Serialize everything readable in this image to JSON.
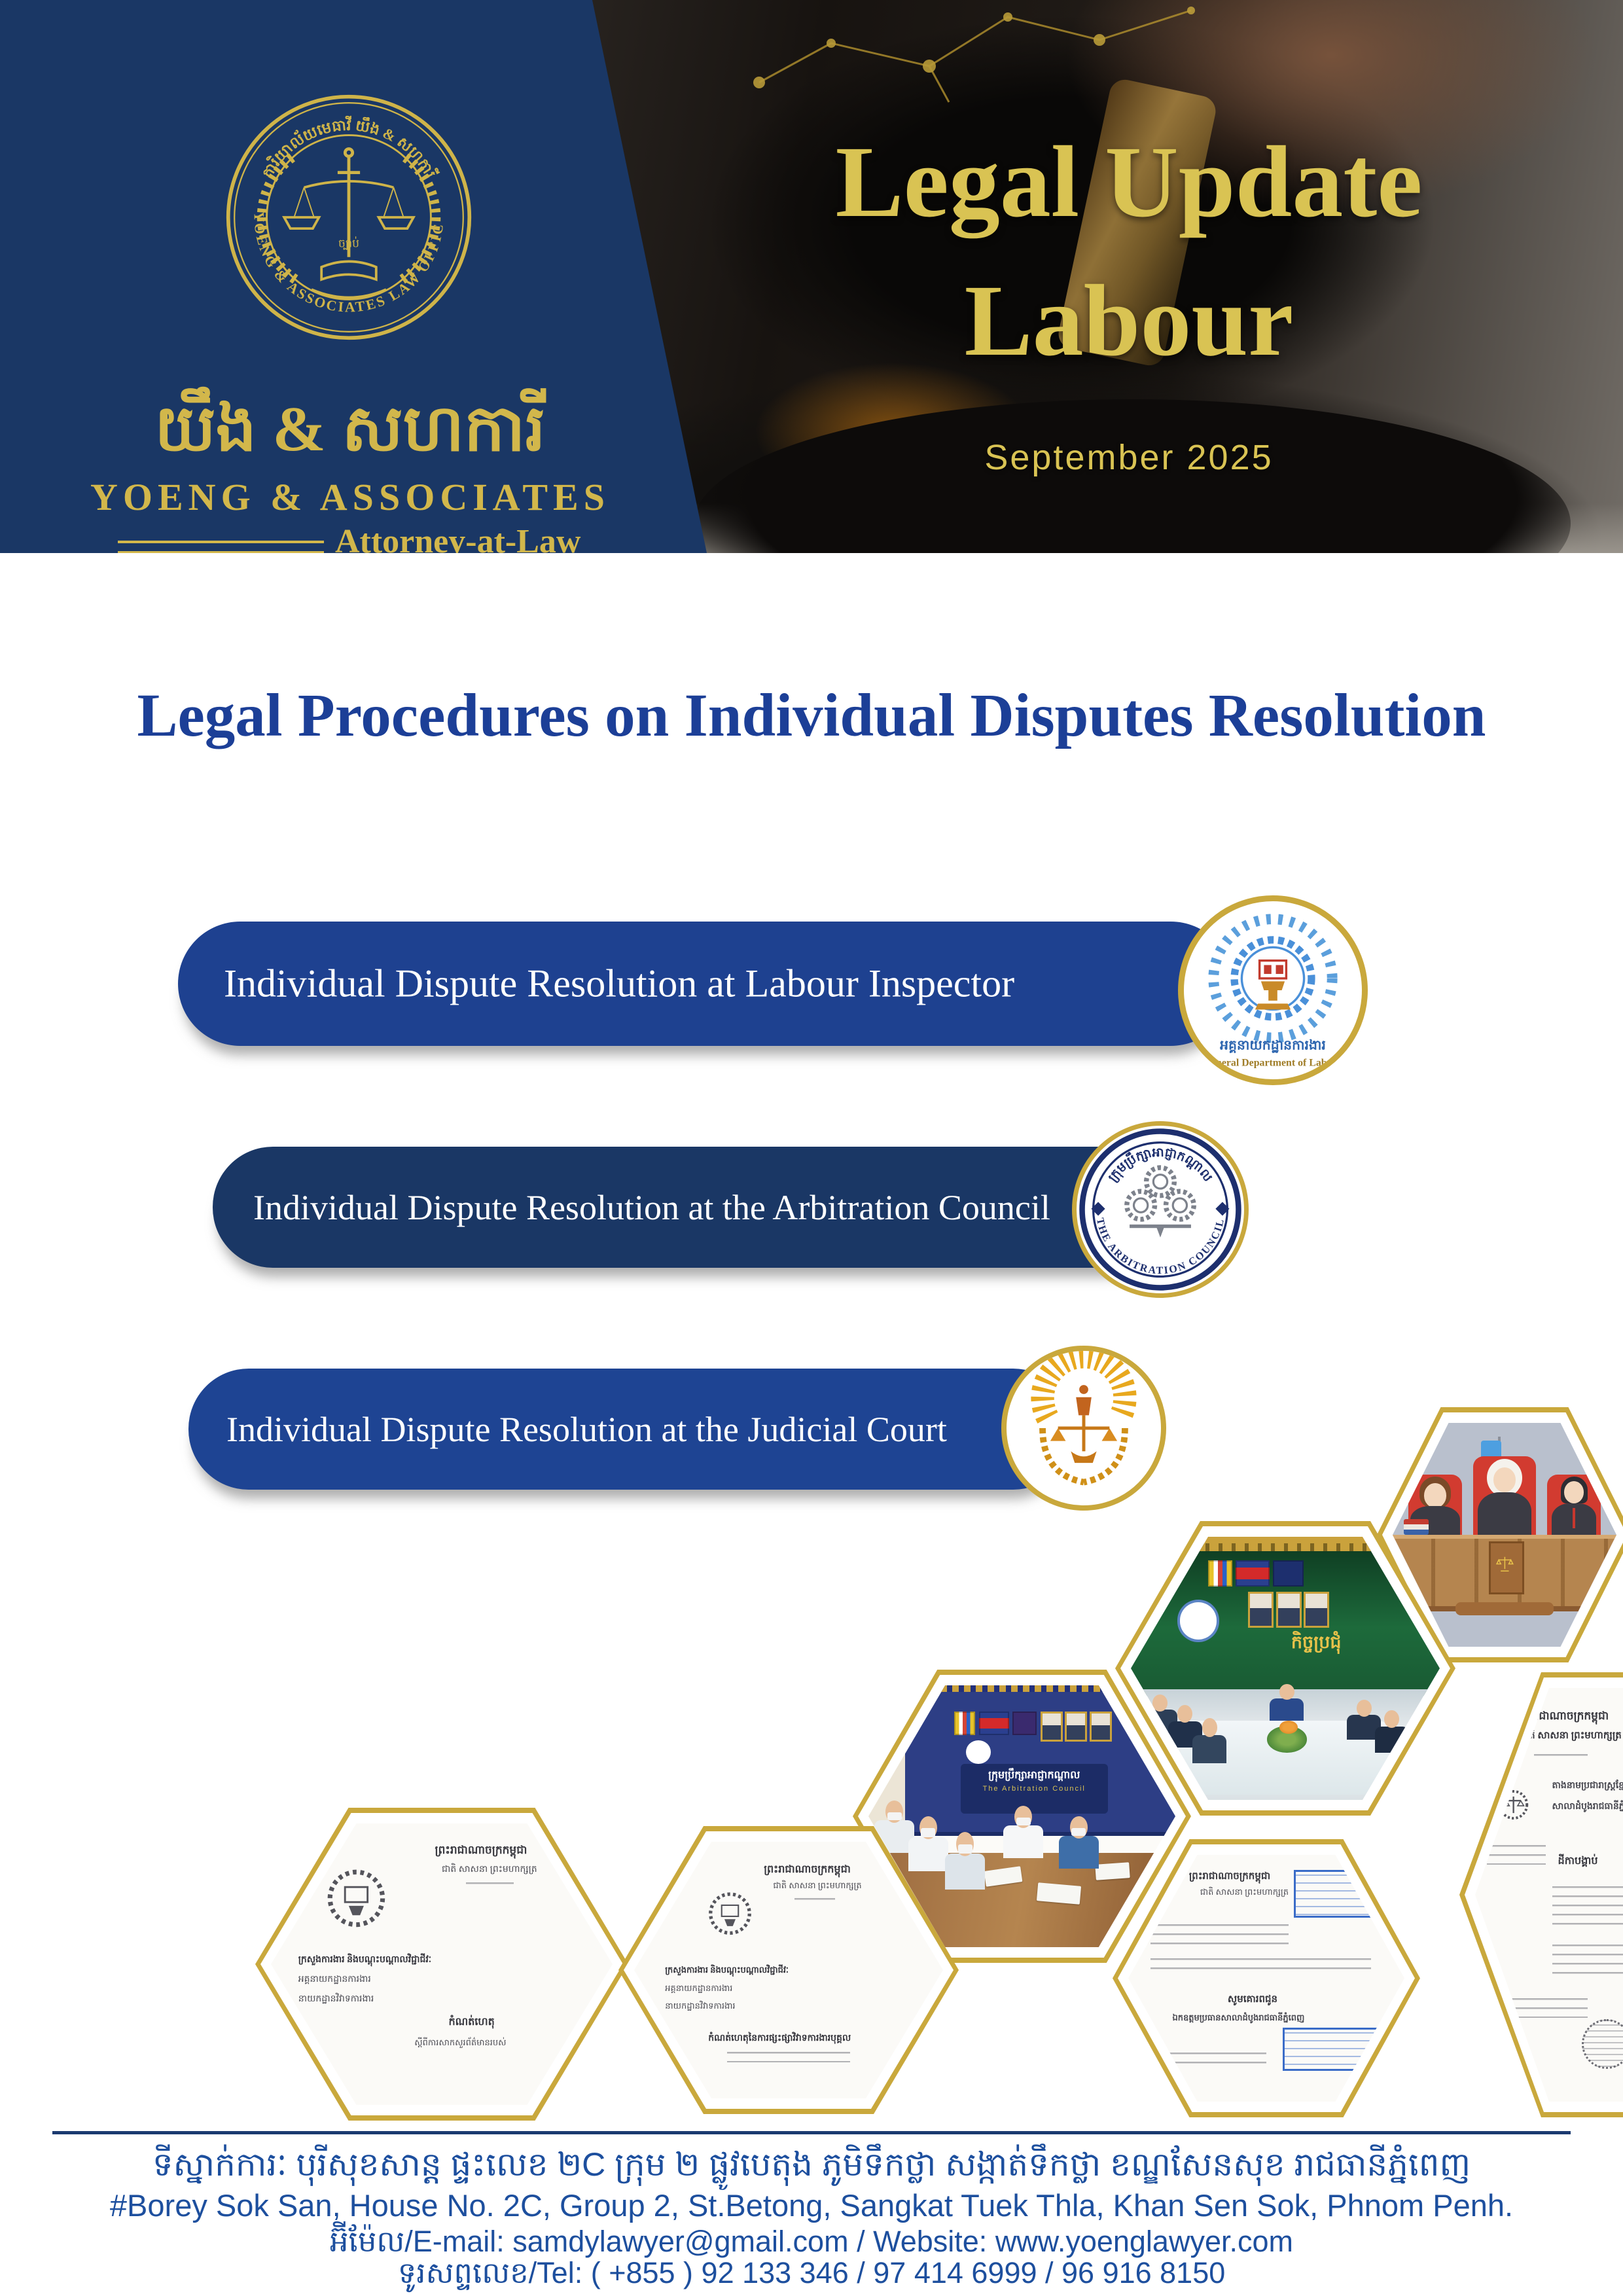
{
  "colors": {
    "navy": "#1a3765",
    "gold": "#d2b74b",
    "title_gold": "#d9c353",
    "pill_blue": "#1e4190",
    "pill_navy": "#1a3765",
    "heading_blue": "#1c3f97",
    "footer_blue": "#1d4f9e",
    "hex_border_gold": "#c9a83c"
  },
  "header": {
    "seal": {
      "arc_top_khmer": "ការិយាល័យមេធាវី យឹង & សហការី",
      "arc_bottom_latin": "YOENG & ASSOCIATES LAW OFFICE",
      "center_khmer": "ច្បាប់"
    },
    "firm_khmer": "យឹង & សហការី",
    "firm_latin": "YOENG & ASSOCIATES",
    "tagline": "Attorney-at-Law",
    "title_line1": "Legal Update",
    "title_line2": "Labour",
    "issue_date": "September 2025"
  },
  "main": {
    "heading": "Legal Procedures on Individual Disputes Resolution",
    "buttons": [
      {
        "label": "Individual Dispute Resolution at Labour Inspector",
        "badge": {
          "name": "General Department of Labour",
          "khmer": "អគ្គនាយកដ្ឋានការងារ",
          "latin": "General Department of Labour"
        }
      },
      {
        "label": "Individual Dispute Resolution at the Arbitration Council",
        "badge": {
          "name": "The Arbitration Council",
          "khmer": "ក្រុមប្រឹក្សាអាជ្ញាកណ្តាល",
          "latin": "THE ARBITRATION COUNCIL"
        }
      },
      {
        "label": "Individual Dispute Resolution at the Judicial Court",
        "badge": {
          "name": "Royal Court Emblem"
        }
      }
    ]
  },
  "collage": {
    "green_meeting": {
      "wall_text_khmer": "កិច្ចប្រជុំ"
    },
    "arbitration_meeting": {
      "banner_khmer": "ក្រុមប្រឹក្សាអាជ្ញាកណ្តាល",
      "banner_latin": "The Arbitration Council"
    },
    "documents": {
      "kingdom_header1": "ព្រះរាជាណាចក្រកម្ពុជា",
      "kingdom_header2": "ជាតិ សាសនា ព្រះមហាក្សត្រ",
      "ministry_line1": "ក្រសួងការងារ និងបណ្តុះបណ្តាលវិជ្ជាជីវៈ",
      "ministry_line2": "អគ្គនាយកដ្ឋានការងារ",
      "ministry_line3": "នាយកដ្ឋានវិវាទការងារ",
      "docleft_title": "កំណត់ហេតុ",
      "docleft_subtitle": "ស្តីពីការសាកសួរព័ត៌មានរបស់",
      "docmid_title": "កំណត់ហេតុនៃការផ្សះផ្សាវិវាទការងារបុគ្គល",
      "docstamp_line1": "សូមគោរពជូន",
      "docstamp_line2": "ឯកឧត្តមប្រធានសាលាដំបូងរាជធានីភ្នំពេញ",
      "rightdoc_line1": "តាងនាមប្រជារាស្ត្រខ្មែរ",
      "rightdoc_line2": "សាលាដំបូងរាជធានីភ្នំពេញ",
      "rightdoc_line3": "ដីកាបង្គាប់"
    }
  },
  "footer": {
    "address_khmer": "ទីស្នាក់ការៈ បុរីសុខសាន្ត ផ្ទះលេខ ២C ក្រុម ២ ផ្លូវបេតុង ភូមិទឹកថ្លា សង្កាត់ទឹកថ្លា ខណ្ឌសែនសុខ រាជធានីភ្នំពេញ",
    "address_latin": "#Borey Sok San, House No. 2C, Group 2, St.Betong, Sangkat Tuek Thla, Khan Sen Sok, Phnom Penh.",
    "email_line": "អ៊ីម៉ែល/E-mail: samdylawyer@gmail.com / Website: www.yoenglawyer.com",
    "tel_line": "ទូរសព្ទលេខ/Tel: ( +855 ) 92 133 346 / 97 414 6999 / 96 916 8150"
  }
}
